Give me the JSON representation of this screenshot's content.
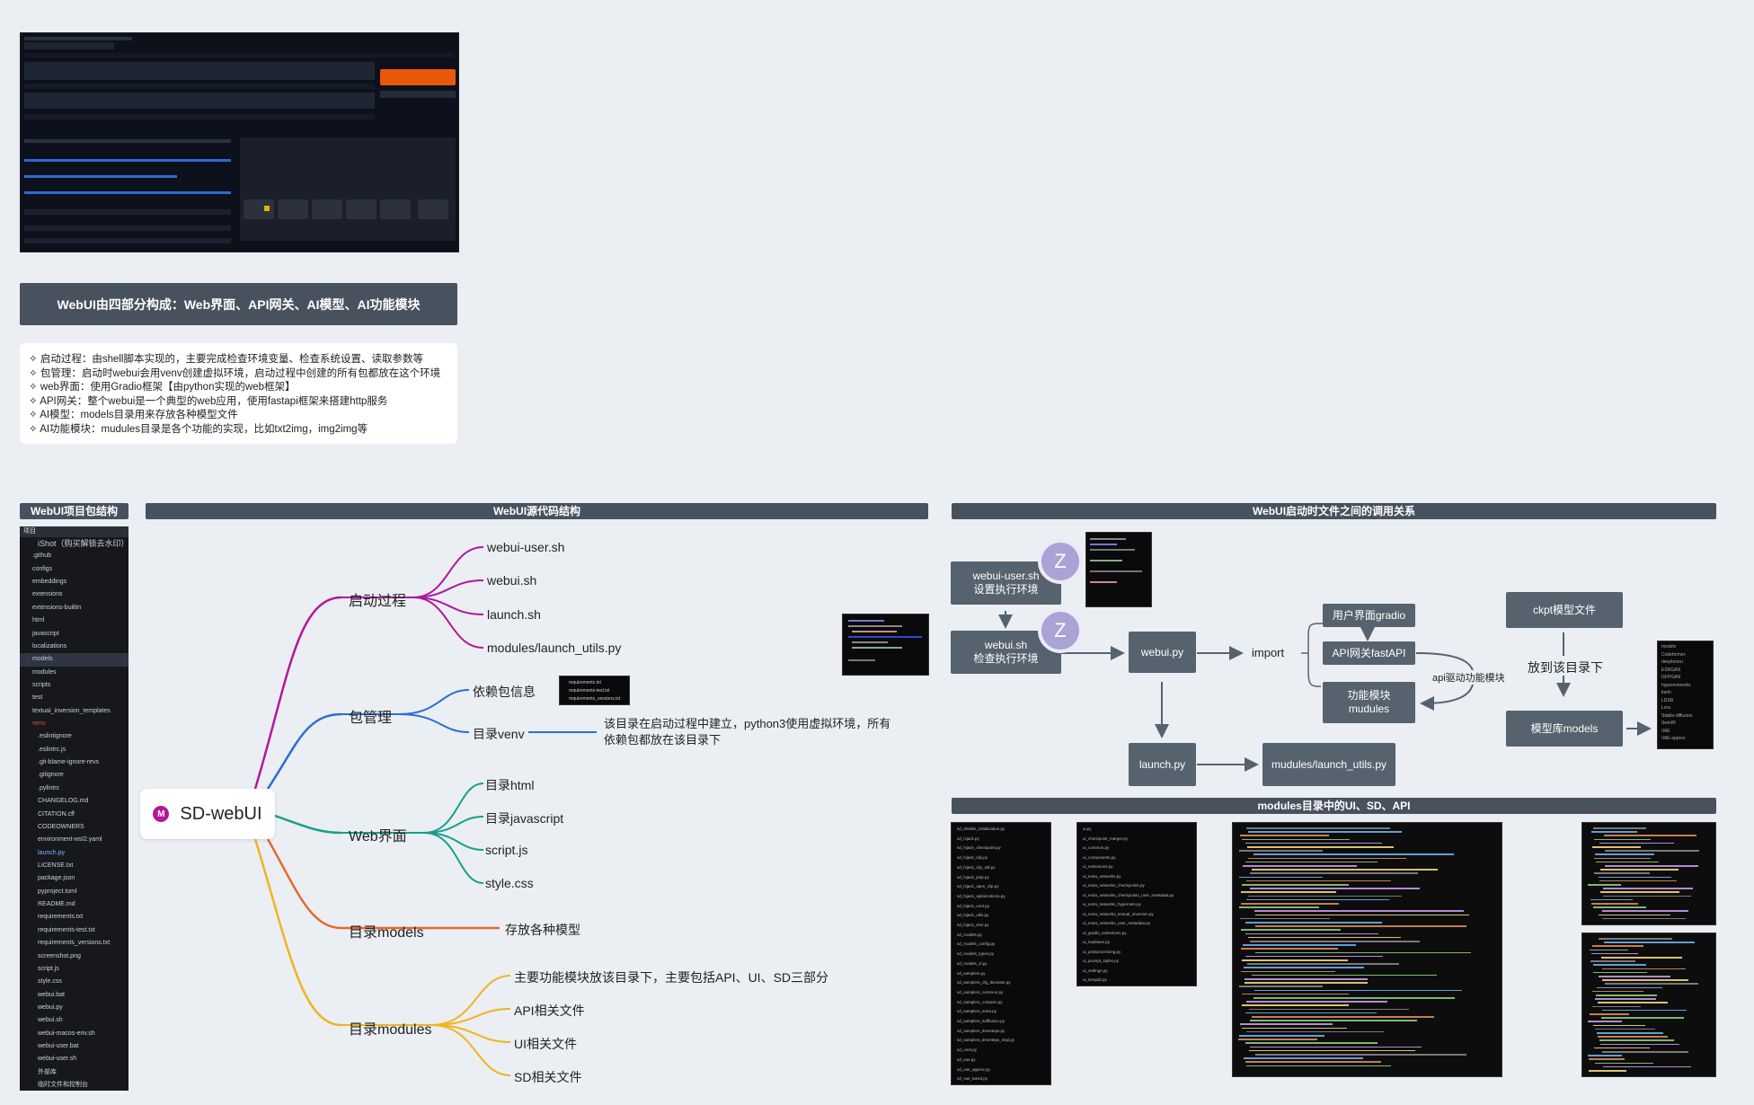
{
  "summary_title": "WebUI由四部分构成：Web界面、API网关、AI模型、AI功能模块",
  "notes": [
    "✧ 启动过程：由shell脚本实现的，主要完成检查环境变量、检查系统设置、读取参数等",
    "✧ 包管理：启动时webui会用venv创建虚拟环境，启动过程中创建的所有包都放在这个环境",
    "✧ web界面：使用Gradio框架【由python实现的web框架】",
    "✧ API网关：整个webui是一个典型的web应用，使用fastapi框架来搭建http服务",
    "✧ AI模型：models目录用来存放各种模型文件",
    "✧ AI功能模块：mudules目录是各个功能的实现，比如txt2img，img2img等"
  ],
  "headers": {
    "project_structure": "WebUI项目包结构",
    "source_structure": "WebUI源代码结构",
    "call_relations": "WebUI启动时文件之间的调用关系",
    "modules_dir": "modules目录中的UI、SD、API"
  },
  "file_tree": {
    "toolbar": "项目",
    "root": "iShot（购买解锁去水印）",
    "items": [
      ".github",
      "configs",
      "embeddings",
      "extensions",
      "extensions-builtin",
      "html",
      "javascript",
      "localizations",
      "models",
      "modules",
      "scripts",
      "test",
      "textual_inversion_templates",
      "venv",
      ".eslintignore",
      ".eslintrc.js",
      ".git-blame-ignore-revs",
      ".gitignore",
      ".pylintrc",
      "CHANGELOG.md",
      "CITATION.cff",
      "CODEOWNERS",
      "environment-wsl2.yaml",
      "launch.py",
      "LICENSE.txt",
      "package.json",
      "pyproject.toml",
      "README.md",
      "requirements.txt",
      "requirements-test.txt",
      "requirements_versions.txt",
      "screenshot.png",
      "script.js",
      "style.css",
      "webui.bat",
      "webui.py",
      "webui.sh",
      "webui-macos-env.sh",
      "webui-user.bat",
      "webui-user.sh",
      "外部库",
      "临时文件和控制台"
    ]
  },
  "mindmap": {
    "root": "SD-webUI",
    "root_icon": "M",
    "branches": [
      {
        "label": "启动过程",
        "color": "#b1189a",
        "children": [
          "webui-user.sh",
          "webui.sh",
          "launch.sh",
          "modules/launch_utils.py"
        ]
      },
      {
        "label": "包管理",
        "color": "#2d6fd0",
        "children": [
          "依赖包信息",
          "目录venv"
        ]
      },
      {
        "label": "Web界面",
        "color": "#17a08a",
        "children": [
          "目录html",
          "目录javascript",
          "script.js",
          "style.css"
        ]
      },
      {
        "label": "目录models",
        "color": "#e36a2c",
        "children": [
          "存放各种模型"
        ]
      },
      {
        "label": "目录modules",
        "color": "#f0b421",
        "children": [
          "主要功能模块放该目录下，主要包括API、UI、SD三部分",
          "API相关文件",
          "UI相关文件",
          "SD相关文件"
        ]
      }
    ],
    "venv_note": [
      "该目录在启动过程中建立，python3使用虚拟环境，所有",
      "依赖包都放在该目录下"
    ],
    "req_files": [
      "requirements.txt",
      "requirements-test.txt",
      "requirements_versions.txt"
    ]
  },
  "flow": {
    "webui_user": [
      "webui-user.sh",
      "设置执行环境"
    ],
    "webui_sh": [
      "webui.sh",
      "检查执行环境"
    ],
    "webui_py": "webui.py",
    "import": "import",
    "gradio": "用户界面gradio",
    "fastapi": "API网关fastAPI",
    "modules": [
      "功能模块",
      "mudules"
    ],
    "api_drive": "api驱动功能模块",
    "launch_py": "launch.py",
    "launch_utils": "mudules/launch_utils.py",
    "ckpt": "ckpt模型文件",
    "put_dir": "放到该目录下",
    "models_lib": "模型库models",
    "avatar": "Z",
    "model_list": [
      "models",
      "Codeformer",
      "deepbooru",
      "ESRGAN",
      "GFPGAN",
      "hypernetworks",
      "karlo",
      "LDSR",
      "Lora",
      "Stable-diffusion",
      "SwinIR",
      "VAE",
      "VAE-approx"
    ]
  },
  "modules_files_a": [
    "sd_disable_initialization.py",
    "sd_hijack.py",
    "sd_hijack_checkpoint.py",
    "sd_hijack_clip.py",
    "sd_hijack_clip_old.py",
    "sd_hijack_ip2p.py",
    "sd_hijack_open_clip.py",
    "sd_hijack_optimizations.py",
    "sd_hijack_unet.py",
    "sd_hijack_utils.py",
    "sd_hijack_xlmr.py",
    "sd_models.py",
    "sd_models_config.py",
    "sd_models_types.py",
    "sd_models_xl.py",
    "sd_samplers.py",
    "sd_samplers_cfg_denoiser.py",
    "sd_samplers_common.py",
    "sd_samplers_compvis.py",
    "sd_samplers_extra.py",
    "sd_samplers_kdiffusion.py",
    "sd_samplers_timesteps.py",
    "sd_samplers_timesteps_impl.py",
    "sd_unet.py",
    "sd_vae.py",
    "sd_vae_approx.py",
    "sd_vae_taesd.py"
  ],
  "modules_files_b": [
    "ui.py",
    "ui_checkpoint_merger.py",
    "ui_common.py",
    "ui_components.py",
    "ui_extensions.py",
    "ui_extra_networks.py",
    "ui_extra_networks_checkpoints.py",
    "ui_extra_networks_checkpoints_user_metadata.py",
    "ui_extra_networks_hypernets.py",
    "ui_extra_networks_textual_inversion.py",
    "ui_extra_networks_user_metadata.py",
    "ui_gradio_extensions.py",
    "ui_loadsave.py",
    "ui_postprocessing.py",
    "ui_prompt_styles.py",
    "ui_settings.py",
    "ui_tempdir.py"
  ],
  "colors": {
    "header_bg": "#48525f",
    "node_bg": "#57626f",
    "accent_orange": "#ea580c"
  }
}
